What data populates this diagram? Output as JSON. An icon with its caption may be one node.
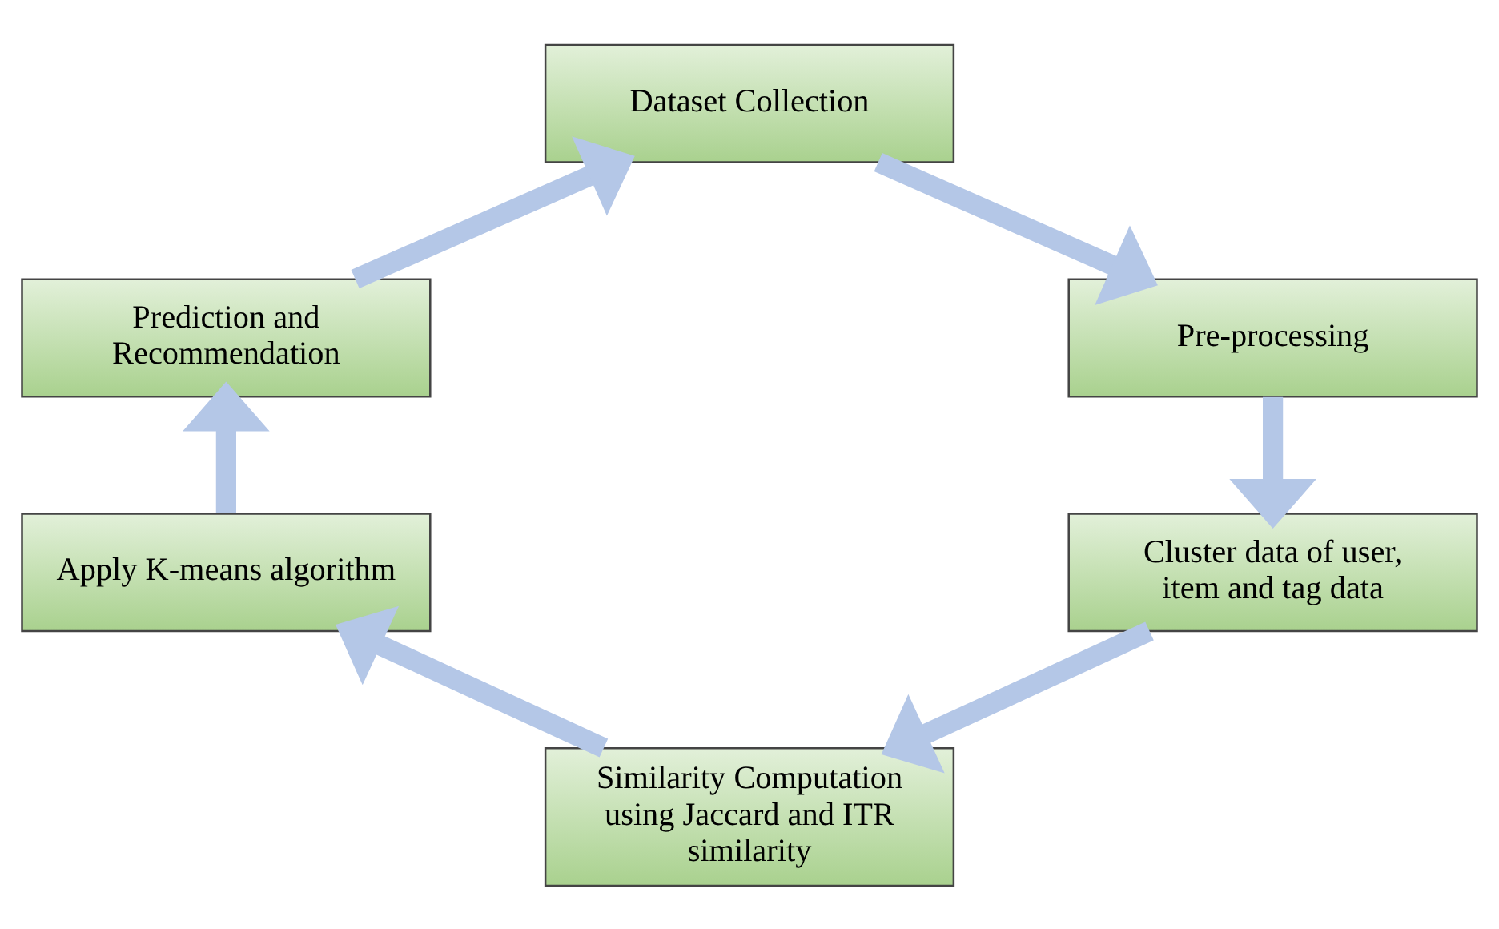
{
  "diagram": {
    "nodes": [
      {
        "text": [
          "Dataset Collection"
        ]
      },
      {
        "text": [
          "Pre-processing"
        ]
      },
      {
        "text": [
          "Cluster data of user, item and tag data"
        ]
      },
      {
        "text": [
          "Similarity Computation using Jaccard and ITR similarity"
        ]
      },
      {
        "text": [
          "Apply K-means algorithm"
        ]
      },
      {
        "text": [
          "Prediction and Recommendation"
        ]
      }
    ],
    "edges": [
      {
        "from": 0,
        "to": 1,
        "arrow": "to"
      },
      {
        "from": 1,
        "to": 2,
        "arrow": "to"
      },
      {
        "from": 2,
        "to": 3,
        "arrow": "to"
      },
      {
        "from": 3,
        "to": 4,
        "arrow": "to"
      },
      {
        "from": 4,
        "to": 5,
        "arrow": "to"
      },
      {
        "from": 5,
        "to": 0,
        "arrow": "to"
      }
    ]
  }
}
